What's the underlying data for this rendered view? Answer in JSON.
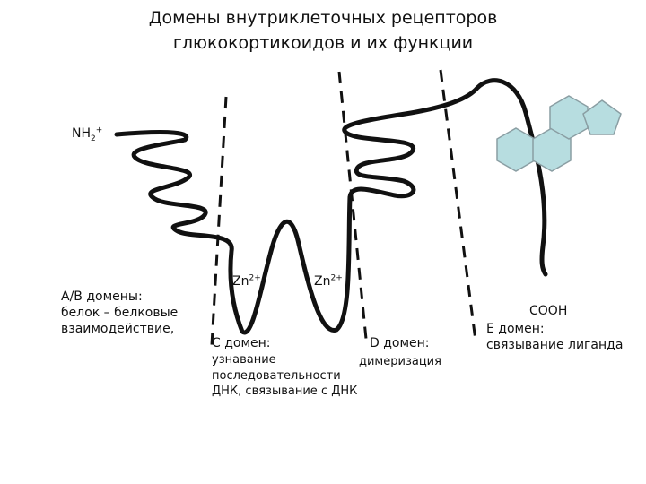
{
  "title": {
    "line1": "Домены внутриклеточных рецепторов",
    "line2": "глюкокортикоидов и их функции"
  },
  "labels": {
    "nh2": {
      "base": "NH",
      "sub": "2",
      "sup": "+"
    },
    "zn1": {
      "base": "Zn",
      "sup": "2+"
    },
    "zn2": {
      "base": "Zn",
      "sup": "2+"
    },
    "cooh": "COOH",
    "ab_domain": {
      "line1": "A/B домены:",
      "line2": "белок – белковые",
      "line3": "взаимодействие,"
    },
    "c_domain": {
      "line1": "C домен:",
      "line2": "узнавание",
      "line3": "последовательности",
      "line4": "ДНК, связывание с ДНК"
    },
    "d_domain": {
      "line1": "D домен:",
      "line2": "димеризация"
    },
    "e_domain": {
      "line1": "E домен:",
      "line2": "связывание лиганда"
    }
  },
  "colors": {
    "chain": "#111111",
    "ring_fill": "#b7dde0",
    "ring_stroke": "#8a9ea3"
  }
}
